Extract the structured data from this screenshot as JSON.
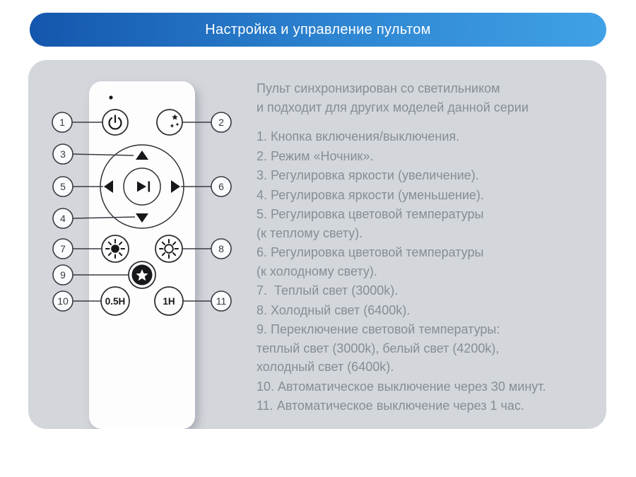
{
  "header": {
    "title": "Настройка и управление пультом"
  },
  "intro": "Пульт синхронизирован со светильником\nи подходит для других моделей данной серии",
  "items": [
    "1. Кнопка включения/выключения.",
    "2. Режим «Ночник».",
    "3. Регулировка яркости (увеличение).",
    "4. Регулировка яркости (уменьшение).",
    "5. Регулировка цветовой температуры\n(к теплому свету).",
    "6. Регулировка цветовой температуры\n(к холодному свету).",
    "7.  Теплый свет (3000k).",
    "8. Холодный свет (6400k).",
    "9. Переключение световой температуры:\nтеплый свет (3000k), белый свет (4200k),\nхолодный свет (6400k).",
    "10. Автоматическое выключение через 30 минут.",
    "11. Автоматическое выключение через 1 час."
  ],
  "remote": {
    "callouts": [
      "1",
      "2",
      "3",
      "4",
      "5",
      "6",
      "7",
      "8",
      "9",
      "10",
      "11"
    ],
    "timer_half_label": "0.5H",
    "timer_one_label": "1H"
  },
  "colors": {
    "banner_gradient_start": "#1456ad",
    "banner_gradient_end": "#41a1e6",
    "panel_background": "#d3d6db",
    "remote_body": "#fdfdfe",
    "line_and_outline": "#383c42",
    "body_text": "#878d96",
    "icon_black": "#17181a"
  }
}
